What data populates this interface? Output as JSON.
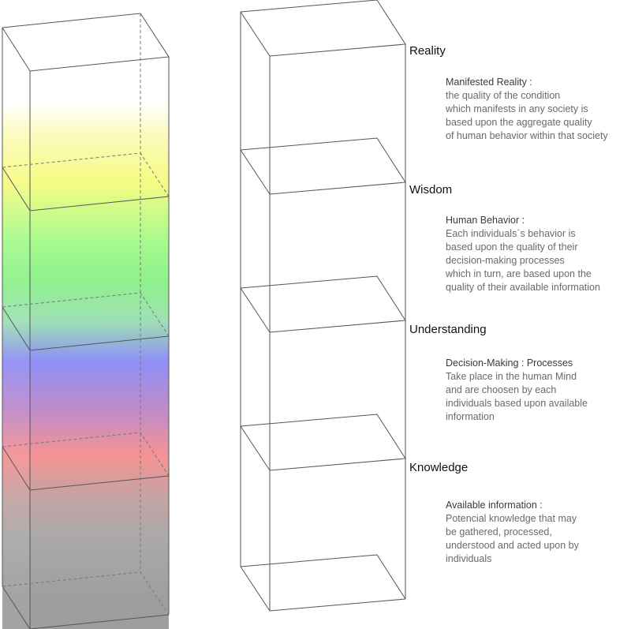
{
  "colors": {
    "edge": "#555555",
    "edge_light": "#777777",
    "spectrum": [
      "#ffffff",
      "#fbfbb8",
      "#f6fb85",
      "#a6fa8e",
      "#8ff08c",
      "#9ee0b4",
      "#8f8ff6",
      "#c08bc9",
      "#f59393",
      "#c2a4a4",
      "#a9a9a9",
      "#9e9e9e"
    ]
  },
  "layers": [
    {
      "title": "Reality",
      "heading": "Manifested Reality :",
      "lines": [
        "the quality of the condition",
        "which manifests in any society is",
        "based upon the aggregate quality",
        "of human behavior within that society"
      ]
    },
    {
      "title": "Wisdom",
      "heading": "Human Behavior :",
      "lines": [
        "Each individuals´s behavior is",
        "based upon the quality of their",
        "decision-making processes",
        "which in turn, are based upon the",
        "quality of their available information"
      ]
    },
    {
      "title": "Understanding",
      "heading": "Decision-Making : Processes",
      "lines": [
        "Take place in the human Mind",
        "and are choosen by each",
        "individuals based upon available",
        "information"
      ]
    },
    {
      "title": "Knowledge",
      "heading": "Available information :",
      "lines": [
        "Potencial knowledge that may",
        "be gathered, processed,",
        "understood and acted upon by",
        "individuals"
      ]
    }
  ]
}
